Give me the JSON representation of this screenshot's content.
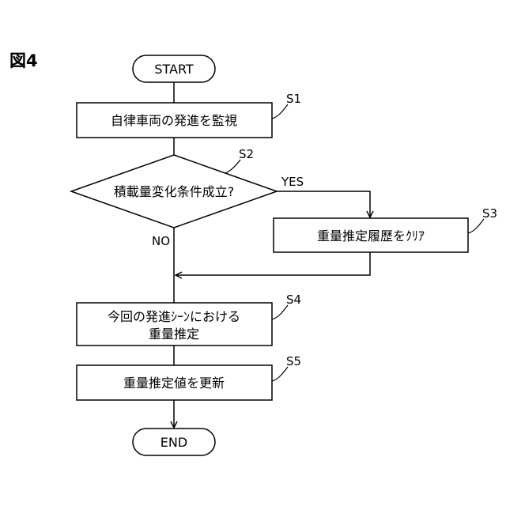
{
  "figure_label": "図4",
  "nodes": {
    "start": "START",
    "s1": "自律車両の発進を監視",
    "s2": "積載量変化条件成立?",
    "s3": "重量推定履歴をｸﾘｱ",
    "s4_line1": "今回の発進ｼｰﾝにおける",
    "s4_line2": "重量推定",
    "s5": "重量推定値を更新",
    "end": "END"
  },
  "step_labels": {
    "s1": "S1",
    "s2": "S2",
    "s3": "S3",
    "s4": "S4",
    "s5": "S5"
  },
  "edge_labels": {
    "yes": "YES",
    "no": "NO"
  }
}
